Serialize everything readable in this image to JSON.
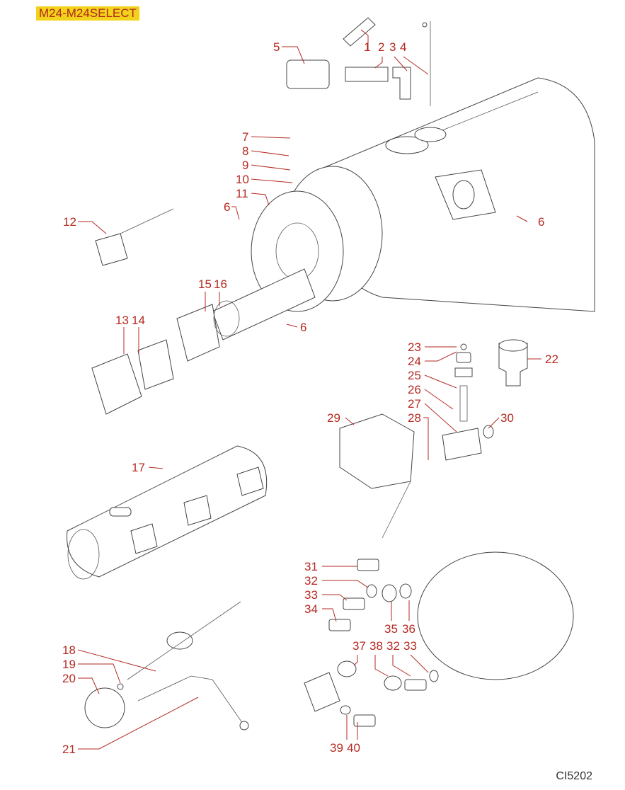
{
  "header": {
    "model_tag": "M24-M24SELECT"
  },
  "footer": {
    "drawing_code": "CI5202"
  },
  "colors": {
    "callout": "#b52a22",
    "tag_bg": "#f2d21b",
    "line": "#444444"
  },
  "callouts": [
    {
      "id": "c1",
      "label": "1"
    },
    {
      "id": "c2",
      "label": "2"
    },
    {
      "id": "c3",
      "label": "3"
    },
    {
      "id": "c4",
      "label": "4"
    },
    {
      "id": "c5",
      "label": "5"
    },
    {
      "id": "c6a",
      "label": "6"
    },
    {
      "id": "c6b",
      "label": "6"
    },
    {
      "id": "c6c",
      "label": "6"
    },
    {
      "id": "c7",
      "label": "7"
    },
    {
      "id": "c8",
      "label": "8"
    },
    {
      "id": "c9",
      "label": "9"
    },
    {
      "id": "c10",
      "label": "10"
    },
    {
      "id": "c11",
      "label": "11"
    },
    {
      "id": "c12",
      "label": "12"
    },
    {
      "id": "c13",
      "label": "13"
    },
    {
      "id": "c14",
      "label": "14"
    },
    {
      "id": "c15",
      "label": "15"
    },
    {
      "id": "c16",
      "label": "16"
    },
    {
      "id": "c17",
      "label": "17"
    },
    {
      "id": "c18",
      "label": "18"
    },
    {
      "id": "c19",
      "label": "19"
    },
    {
      "id": "c20",
      "label": "20"
    },
    {
      "id": "c21",
      "label": "21"
    },
    {
      "id": "c22",
      "label": "22"
    },
    {
      "id": "c23",
      "label": "23"
    },
    {
      "id": "c24",
      "label": "24"
    },
    {
      "id": "c25",
      "label": "25"
    },
    {
      "id": "c26",
      "label": "26"
    },
    {
      "id": "c27",
      "label": "27"
    },
    {
      "id": "c28",
      "label": "28"
    },
    {
      "id": "c29",
      "label": "29"
    },
    {
      "id": "c30",
      "label": "30"
    },
    {
      "id": "c31",
      "label": "31"
    },
    {
      "id": "c32a",
      "label": "32"
    },
    {
      "id": "c32b",
      "label": "32"
    },
    {
      "id": "c33a",
      "label": "33"
    },
    {
      "id": "c33b",
      "label": "33"
    },
    {
      "id": "c34",
      "label": "34"
    },
    {
      "id": "c35",
      "label": "35"
    },
    {
      "id": "c36",
      "label": "36"
    },
    {
      "id": "c37",
      "label": "37"
    },
    {
      "id": "c38",
      "label": "38"
    },
    {
      "id": "c39",
      "label": "39"
    },
    {
      "id": "c40",
      "label": "40"
    }
  ]
}
